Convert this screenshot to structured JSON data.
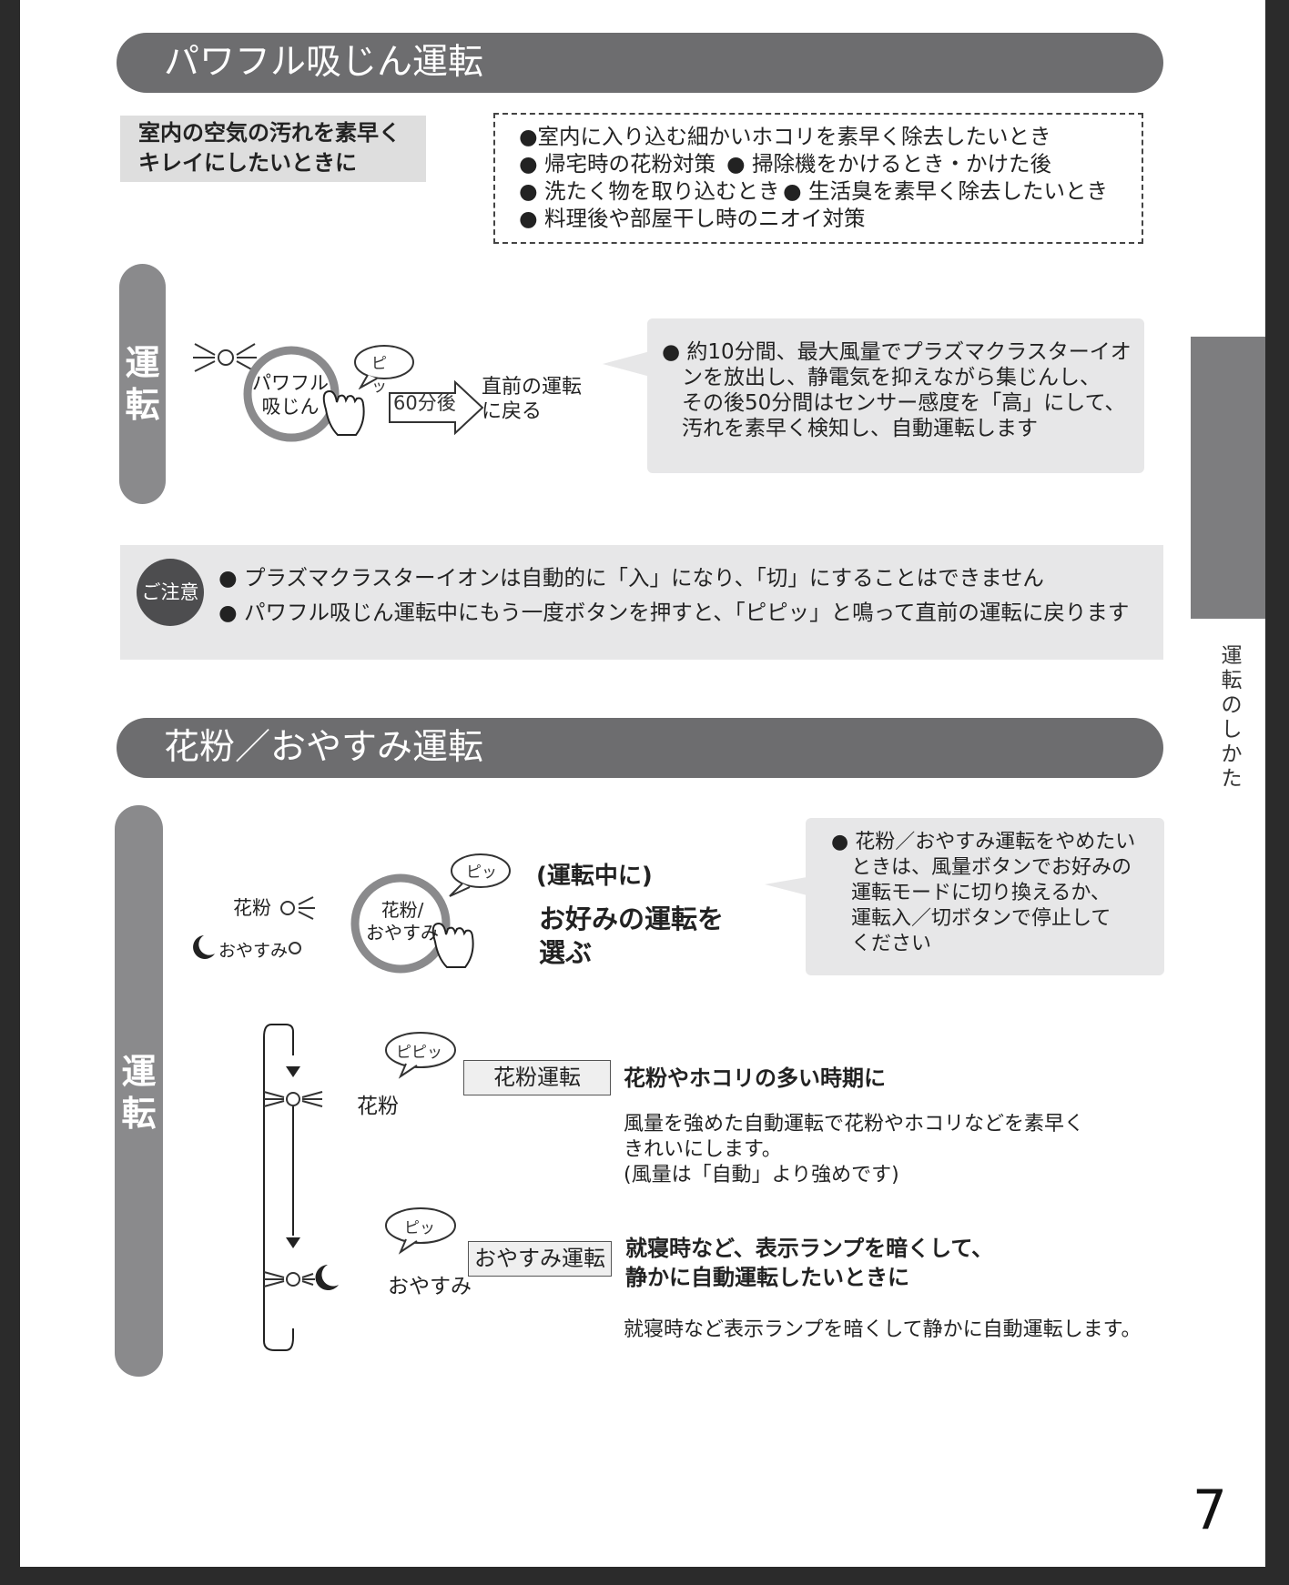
{
  "sections": {
    "powerful": {
      "title": "パワフル吸じん運転",
      "tagline": [
        "室内の空気の汚れを素早く",
        "キレイにしたいときに"
      ],
      "uses": [
        "●室内に入り込む細かいホコリを素早く除去したいとき",
        "● 帰宅時の花粉対策",
        "● 掃除機をかけるとき・かけた後",
        "● 洗たく物を取り込むとき",
        "● 生活臭を素早く除去したいとき",
        "● 料理後や部屋干し時のニオイ対策"
      ],
      "side_label": [
        "運",
        "転"
      ],
      "button_label": [
        "パワフル",
        "吸じん"
      ],
      "beep": "ピッ",
      "arrow_label": "60分後",
      "return_text": [
        "直前の運転",
        "に戻る"
      ],
      "description": [
        "● 約10分間、最大風量でプラズマクラスターイオ",
        "ンを放出し、静電気を抑えながら集じんし、",
        "その後50分間はセンサー感度を「高」にして、",
        "汚れを素早く検知し、自動運転します"
      ],
      "caution_badge": "ご注意",
      "cautions": [
        "● プラズマクラスターイオンは自動的に「入」になり、「切」にすることはできません",
        "● パワフル吸じん運転中にもう一度ボタンを押すと、「ピピッ」と鳴って直前の運転に戻ります"
      ]
    },
    "pollen": {
      "title": "花粉／おやすみ運転",
      "side_label": [
        "運",
        "転"
      ],
      "lamp_pollen": "花粉",
      "lamp_sleep": "おやすみ",
      "button_label": [
        "花粉/",
        "おやすみ"
      ],
      "beep": "ピッ",
      "during": "(運転中に)",
      "choose": [
        "お好みの運転を",
        "選ぶ"
      ],
      "note": [
        "● 花粉／おやすみ運転をやめたい",
        "ときは、風量ボタンでお好みの",
        "運転モードに切り換えるか、",
        "運転入／切ボタンで停止して",
        "ください"
      ],
      "beep2": "ピピッ",
      "beep3": "ピッ",
      "mode1_lamp": "花粉",
      "mode1_tag": "花粉運転",
      "mode1_heading": "花粉やホコリの多い時期に",
      "mode1_desc": [
        "風量を強めた自動運転で花粉やホコリなどを素早く",
        "きれいにします。",
        "(風量は「自動」より強めです)"
      ],
      "mode2_lamp": "おやすみ",
      "mode2_tag": "おやすみ運転",
      "mode2_heading": [
        "就寝時など、表示ランプを暗くして、",
        "静かに自動運転したいときに"
      ],
      "mode2_desc": "就寝時など表示ランプを暗くして静かに自動運転します。"
    }
  },
  "side_tab_text": [
    "運",
    "転",
    "の",
    "し",
    "か",
    "た"
  ],
  "page_number": "7"
}
